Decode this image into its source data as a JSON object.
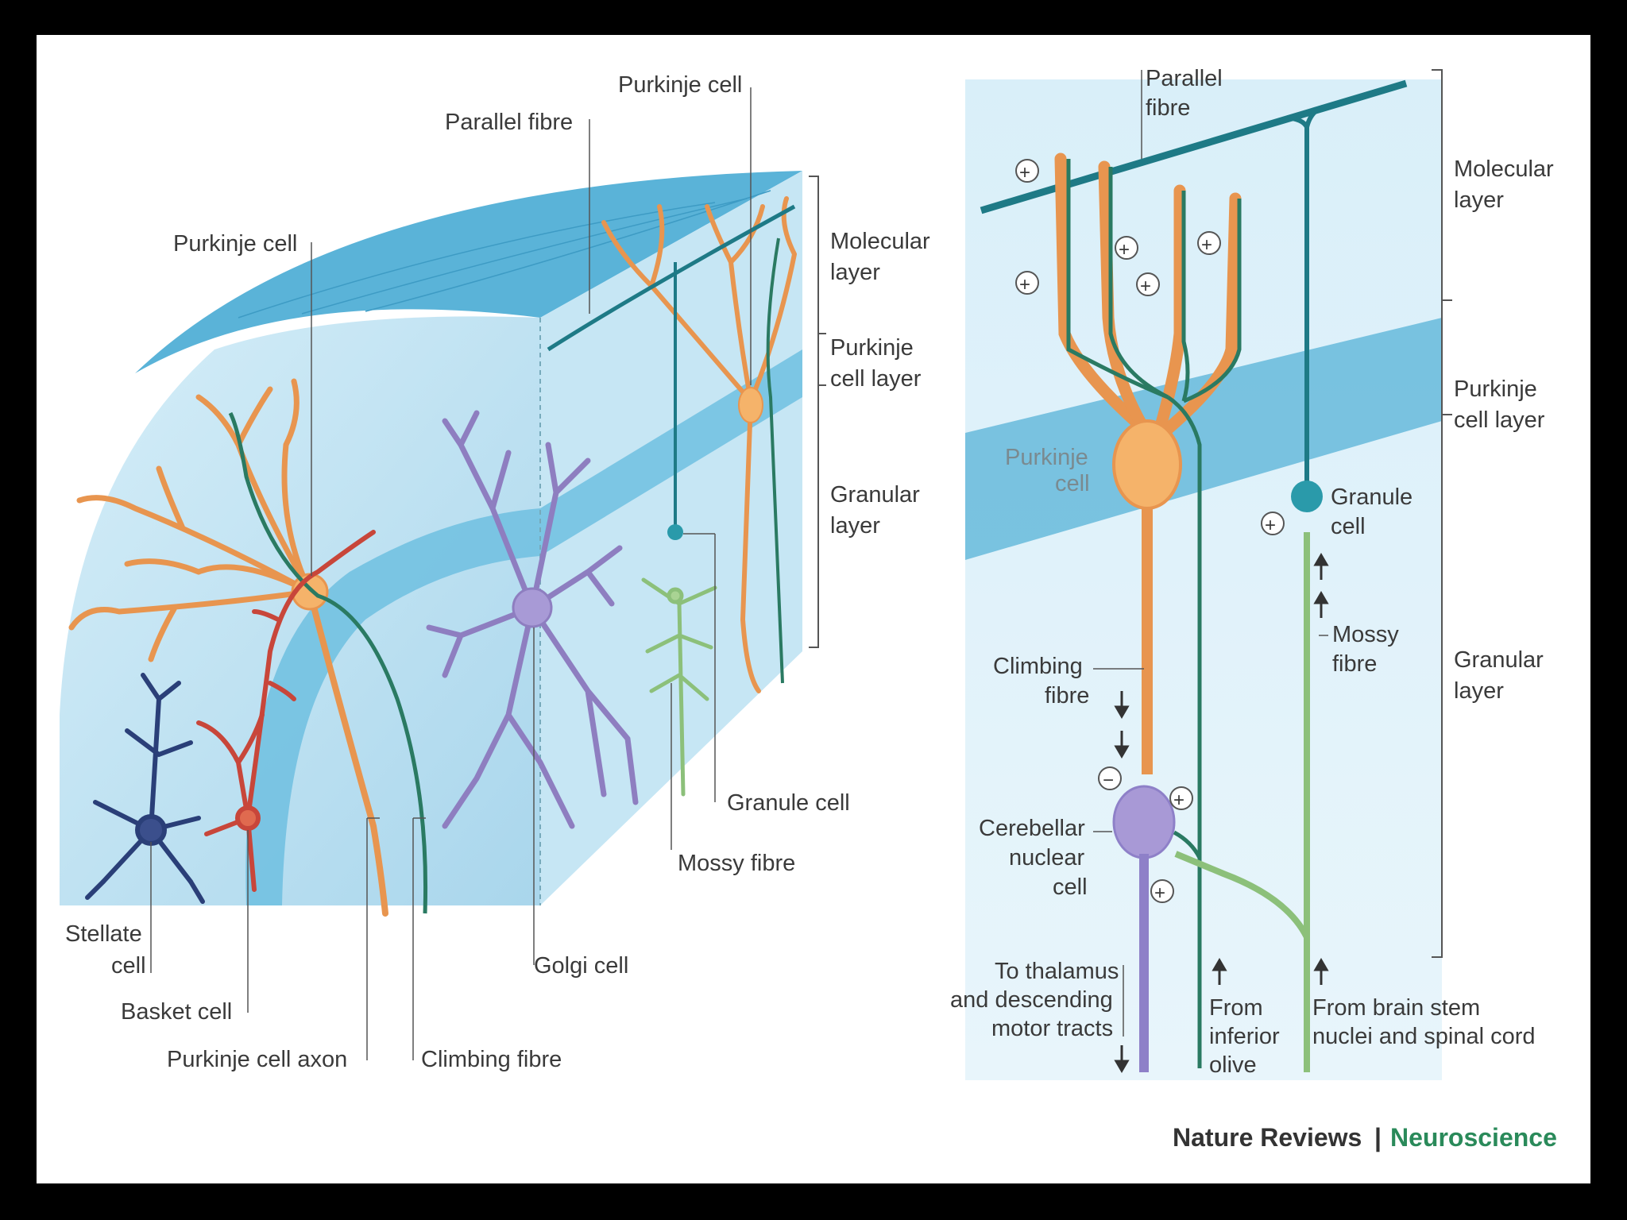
{
  "colors": {
    "purkinje": "#e8954f",
    "climbing": "#2a7a62",
    "parallel": "#1e7a86",
    "mossy": "#8cc07a",
    "golgi": "#8e7ec0",
    "stellate": "#2a3f78",
    "basket": "#c8463a",
    "nuclear": "#8e80c8",
    "tissue": "#bfe1f0",
    "band": "#5fb6da",
    "credit_brand": "#2a8a5a"
  },
  "left": {
    "purkinje_cell_top": "Purkinje cell",
    "parallel_fibre": "Parallel fibre",
    "purkinje_cell_left": "Purkinje cell",
    "molecular_layer": [
      "Molecular",
      "layer"
    ],
    "purkinje_cell_layer": [
      "Purkinje",
      "cell layer"
    ],
    "granular_layer": [
      "Granular",
      "layer"
    ],
    "granule_cell": "Granule cell",
    "mossy_fibre": "Mossy fibre",
    "golgi_cell": "Golgi cell",
    "stellate_cell": [
      "Stellate",
      "cell"
    ],
    "basket_cell": "Basket cell",
    "purkinje_cell_axon": "Purkinje cell axon",
    "climbing_fibre": "Climbing fibre"
  },
  "right": {
    "parallel_fibre": [
      "Parallel",
      "fibre"
    ],
    "molecular_layer": [
      "Molecular",
      "layer"
    ],
    "purkinje_cell_layer": [
      "Purkinje",
      "cell layer"
    ],
    "granular_layer": [
      "Granular",
      "layer"
    ],
    "purkinje_cell": [
      "Purkinje",
      "cell"
    ],
    "granule_cell": [
      "Granule",
      "cell"
    ],
    "mossy_fibre": [
      "Mossy",
      "fibre"
    ],
    "climbing_fibre": [
      "Climbing",
      "fibre"
    ],
    "cerebellar_nuclear_cell": [
      "Cerebellar",
      "nuclear",
      "cell"
    ],
    "to_thalamus": [
      "To thalamus",
      "and descending",
      "motor tracts"
    ],
    "from_inferior_olive": [
      "From",
      "inferior",
      "olive"
    ],
    "from_brain_stem": [
      "From brain stem",
      "nuclei and spinal cord"
    ],
    "plus": "+",
    "minus": "−"
  },
  "credit": {
    "journal": "Nature Reviews",
    "separator": "|",
    "section": "Neuroscience"
  }
}
